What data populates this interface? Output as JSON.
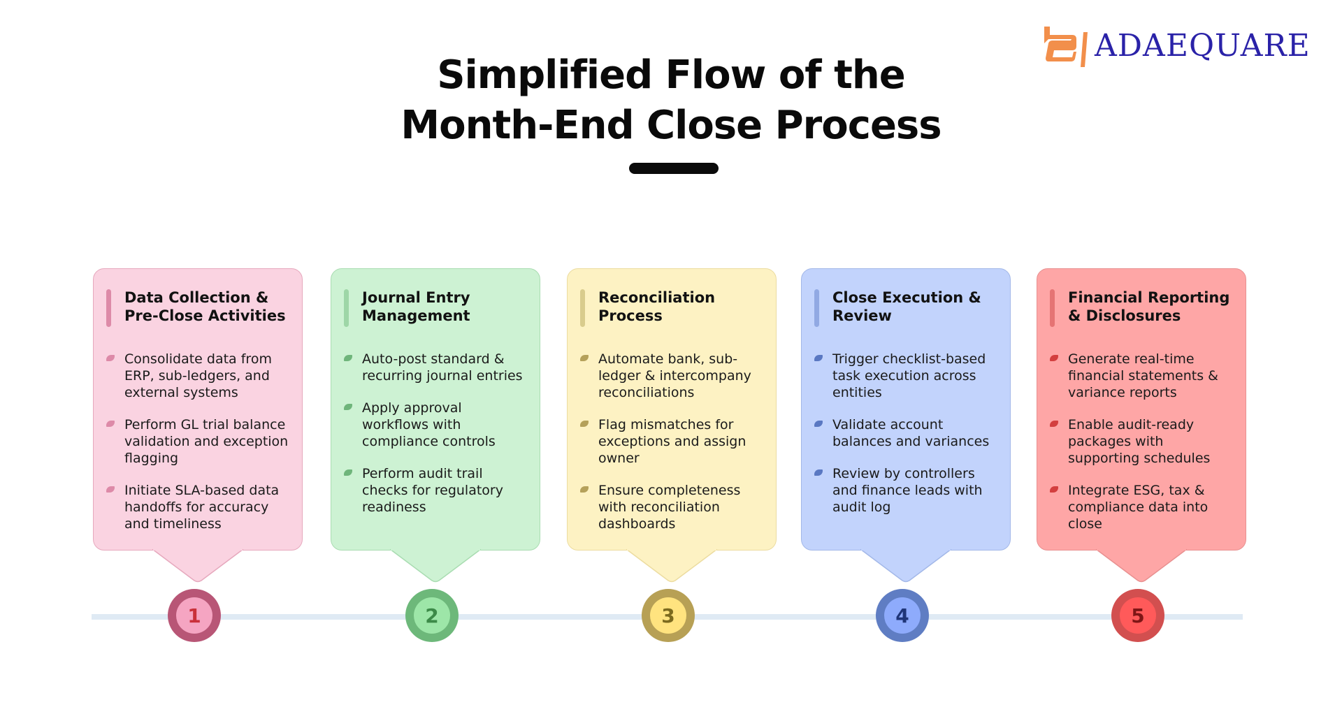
{
  "logo": {
    "mark": "adaequare-logo-icon",
    "text": "ADAEQUARE",
    "mark_color": "#f28f4b",
    "text_color": "#2a22a8"
  },
  "title": {
    "line1": "Simplified Flow of the",
    "line2": "Month-End Close Process"
  },
  "steps": [
    {
      "number": "1",
      "title": "Data Collection & Pre-Close Activities",
      "items": [
        "Consolidate data from ERP, sub-ledgers, and external systems",
        "Perform GL trial balance validation and exception flagging",
        "Initiate SLA-based data handoffs for accuracy and timeliness"
      ],
      "colors": {
        "bg": "#fad3e1",
        "border": "#e6a8bd",
        "accent": "#dd8aa8",
        "bullet": "#dd8aa8",
        "ring": "#b85676",
        "inner": "#f5a5c2",
        "num": "#c9303a"
      }
    },
    {
      "number": "2",
      "title": "Journal Entry Management",
      "items": [
        "Auto-post standard & recurring journal entries",
        "Apply approval workflows with compliance controls",
        "Perform audit trail checks for regulatory readiness"
      ],
      "colors": {
        "bg": "#cdf2d3",
        "border": "#a9dcb1",
        "accent": "#9ed6a7",
        "bullet": "#6fb57b",
        "ring": "#6db87a",
        "inner": "#9de6a8",
        "num": "#3c8a48"
      }
    },
    {
      "number": "3",
      "title": "Reconciliation Process",
      "items": [
        "Automate bank, sub-ledger & intercompany reconciliations",
        "Flag mismatches for exceptions and assign owner",
        "Ensure completeness with reconciliation dashboards"
      ],
      "colors": {
        "bg": "#fdf2c3",
        "border": "#ecdca0",
        "accent": "#d9cc8d",
        "bullet": "#b5a15a",
        "ring": "#b7a055",
        "inner": "#ffe37f",
        "num": "#7c6a1e"
      }
    },
    {
      "number": "4",
      "title": "Close Execution & Review",
      "items": [
        "Trigger checklist-based task execution across entities",
        "Validate account balances and variances",
        "Review by controllers and finance leads with audit log"
      ],
      "colors": {
        "bg": "#c2d3fc",
        "border": "#a3b8e8",
        "accent": "#91a9e3",
        "bullet": "#5a78c2",
        "ring": "#5f7dc3",
        "inner": "#8eabfc",
        "num": "#1f3578"
      }
    },
    {
      "number": "5",
      "title": "Financial Reporting & Disclosures",
      "items": [
        "Generate real-time financial statements & variance reports",
        "Enable audit-ready packages with supporting schedules",
        "Integrate ESG, tax & compliance data into close"
      ],
      "colors": {
        "bg": "#fea6a6",
        "border": "#e89090",
        "accent": "#e57474",
        "bullet": "#d33f3f",
        "ring": "#d24f4f",
        "inner": "#ff5a5a",
        "num": "#7e1616"
      }
    }
  ]
}
